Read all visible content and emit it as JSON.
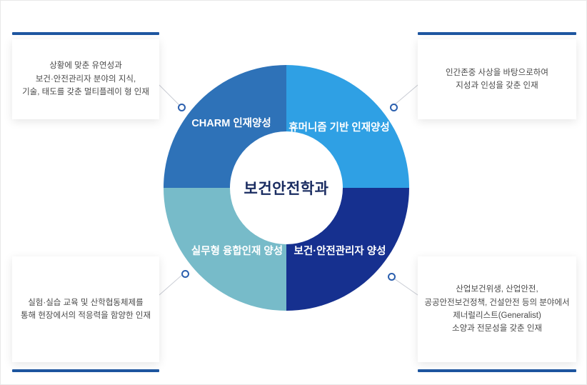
{
  "wheel": {
    "center_label": "보건안전학과",
    "center_text_color": "#1a2c61",
    "quadrants": [
      {
        "id": "charm",
        "position": "top-left",
        "lines": [
          "CHARM",
          "인재양성"
        ],
        "color": "#2e72b8"
      },
      {
        "id": "humanism",
        "position": "top-right",
        "lines": [
          "휴머니즘 기반",
          "인재양성"
        ],
        "color": "#2fa0e4"
      },
      {
        "id": "practical",
        "position": "bottom-left",
        "lines": [
          "실무형 융합인재",
          "양성"
        ],
        "color": "#77bbc9"
      },
      {
        "id": "manager",
        "position": "bottom-right",
        "lines": [
          "보건·안전관리자",
          "양성"
        ],
        "color": "#16308f"
      }
    ]
  },
  "boxes": {
    "top_left": {
      "lines": [
        "상황에 맞춘 유연성과",
        "보건·안전관리자 분야의 지식,",
        "기술, 태도를 갖춘 멀티플레이 형 인재"
      ]
    },
    "top_right": {
      "lines": [
        "인간존중 사상을 바탕으로하여",
        "지성과 인성을 갖춘 인재"
      ]
    },
    "bottom_left": {
      "lines": [
        "실험·실습 교육 및 산학협동체제를",
        "통해 현장에서의 적응력을 함양한 인재"
      ]
    },
    "bottom_right": {
      "lines": [
        "산업보건위생, 산업안전,",
        "공공안전보건정책, 건설안전 등의 분야에서",
        "제너럴리스트(Generalist)",
        "소양과 전문성을 갖춘 인재"
      ]
    }
  },
  "colors": {
    "accent_bar": "#1e56a0",
    "connector_line": "#c9ccd4",
    "connector_dot_ring": "#2b5fae",
    "box_text": "#4a4a4a",
    "background": "#ffffff"
  }
}
